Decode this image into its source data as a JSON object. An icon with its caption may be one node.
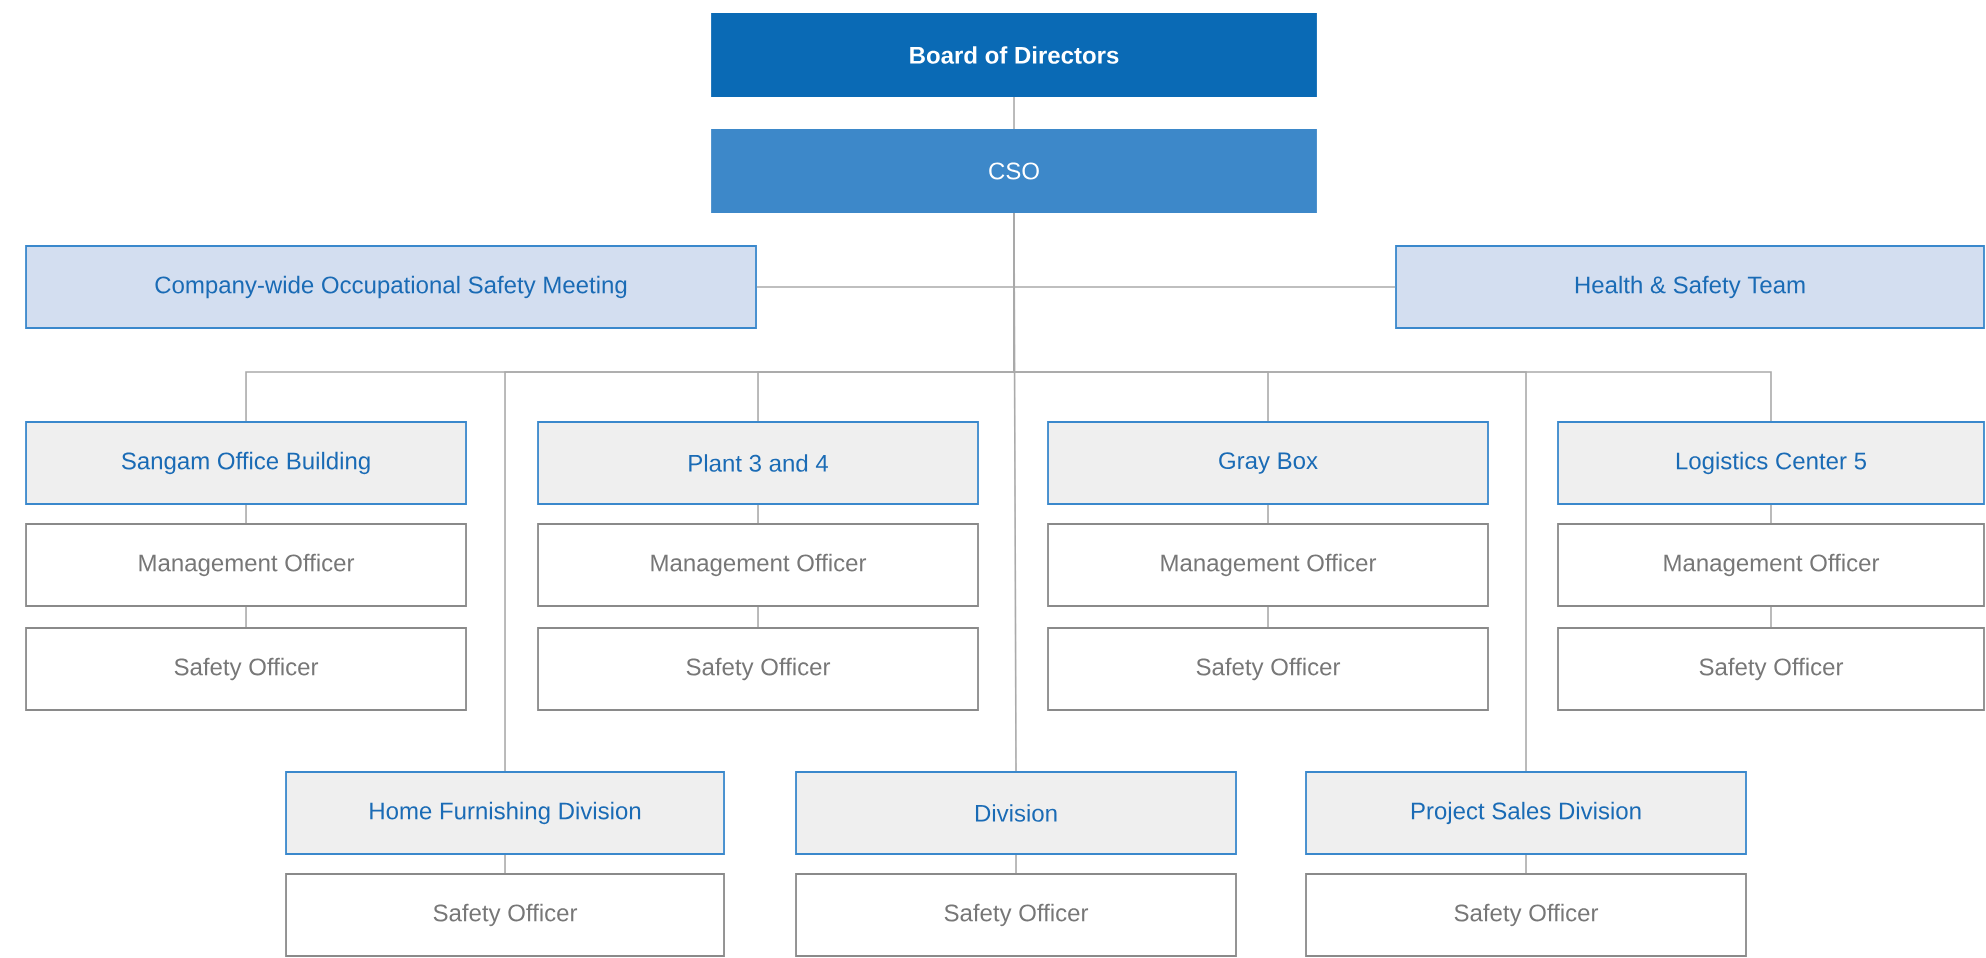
{
  "diagram": {
    "nodes": [
      {
        "text": [
          "Board of Directors"
        ]
      },
      {
        "text": [
          "CSO"
        ]
      },
      {
        "text": [
          "Company-wide Occupational Safety Meeting"
        ]
      },
      {
        "text": [
          "Health & Safety Team"
        ]
      },
      {
        "text": [
          "Sangam Office Building"
        ]
      },
      {
        "text": [
          "Management Officer"
        ]
      },
      {
        "text": [
          "Safety Officer"
        ]
      },
      {
        "text": [
          "Plant 3 and 4"
        ]
      },
      {
        "text": [
          "Management Officer"
        ]
      },
      {
        "text": [
          "Safety Officer"
        ]
      },
      {
        "text": [
          "Gray Box"
        ]
      },
      {
        "text": [
          "Management Officer"
        ]
      },
      {
        "text": [
          "Safety Officer"
        ]
      },
      {
        "text": [
          "Logistics Center 5"
        ]
      },
      {
        "text": [
          "Management Officer"
        ]
      },
      {
        "text": [
          "Safety Officer"
        ]
      },
      {
        "text": [
          "Home Furnishing Division"
        ]
      },
      {
        "text": [
          "Safety Officer"
        ]
      },
      {
        "text": [
          "Division"
        ]
      },
      {
        "text": [
          "Safety Officer"
        ]
      },
      {
        "text": [
          "Project Sales Division"
        ]
      },
      {
        "text": [
          "Safety Officer"
        ]
      }
    ],
    "edges": [
      {
        "from": 0,
        "to": 1,
        "arrow": "none"
      },
      {
        "from": 1,
        "to": 2,
        "arrow": "none"
      },
      {
        "from": 1,
        "to": 3,
        "arrow": "none"
      },
      {
        "from": 1,
        "to": 4,
        "arrow": "none"
      },
      {
        "from": 1,
        "to": 7,
        "arrow": "none"
      },
      {
        "from": 1,
        "to": 10,
        "arrow": "none"
      },
      {
        "from": 1,
        "to": 13,
        "arrow": "none"
      },
      {
        "from": 1,
        "to": 16,
        "arrow": "none"
      },
      {
        "from": 1,
        "to": 18,
        "arrow": "none"
      },
      {
        "from": 1,
        "to": 20,
        "arrow": "none"
      },
      {
        "from": 4,
        "to": 5,
        "arrow": "none"
      },
      {
        "from": 5,
        "to": 6,
        "arrow": "none"
      },
      {
        "from": 7,
        "to": 8,
        "arrow": "none"
      },
      {
        "from": 8,
        "to": 9,
        "arrow": "none"
      },
      {
        "from": 10,
        "to": 11,
        "arrow": "none"
      },
      {
        "from": 11,
        "to": 12,
        "arrow": "none"
      },
      {
        "from": 13,
        "to": 14,
        "arrow": "none"
      },
      {
        "from": 14,
        "to": 15,
        "arrow": "none"
      },
      {
        "from": 16,
        "to": 17,
        "arrow": "none"
      },
      {
        "from": 18,
        "to": 19,
        "arrow": "none"
      },
      {
        "from": 20,
        "to": 21,
        "arrow": "none"
      }
    ]
  }
}
